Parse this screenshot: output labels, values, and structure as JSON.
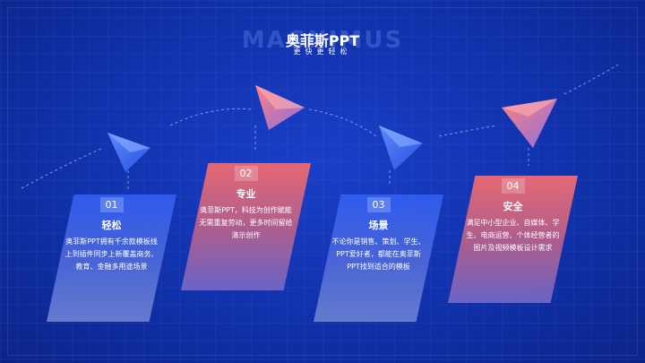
{
  "header": {
    "title": "奥菲斯PPT",
    "subtitle": "更快更轻松",
    "watermark": "MAGNIMUS"
  },
  "cards": [
    {
      "num": "01",
      "title": "轻松",
      "desc": "奥菲斯PPT拥有千余款模板线上到插件同步上新覆盖商务、教育、金融多用途场景",
      "style": "blue"
    },
    {
      "num": "02",
      "title": "专业",
      "desc": "奥菲斯PPT，科技为创作赋能无需重复劳动，更多时间留给演示创作",
      "style": "red"
    },
    {
      "num": "03",
      "title": "场景",
      "desc": "不论你是销售、策划、学生、PPT爱好者，都能在奥菲斯PPT找到适合的模板",
      "style": "blue"
    },
    {
      "num": "04",
      "title": "安全",
      "desc": "满足中小型企业、自媒体、学生、电商运营、个体经营者的图片及视频模板设计需求",
      "style": "red"
    }
  ],
  "colors": {
    "background": "#1030a8",
    "blue": "#2f5df0",
    "red": "#f06a70"
  }
}
